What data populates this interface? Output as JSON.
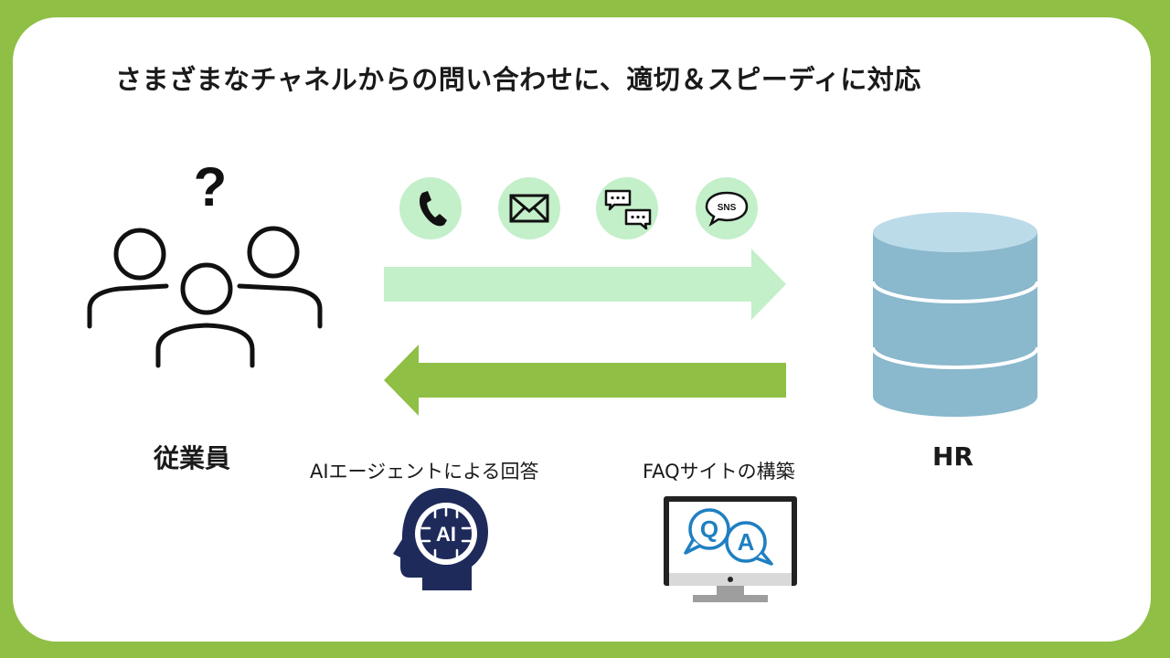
{
  "headline": "さまざまなチャネルからの問い合わせに、適切＆スピーディに対応",
  "employees_label": "従業員",
  "hr_label": "HR",
  "question_mark": "?",
  "channels": [
    {
      "icon": "phone-icon"
    },
    {
      "icon": "mail-icon"
    },
    {
      "icon": "chat-icon"
    },
    {
      "icon": "sns-icon",
      "text": "SNS"
    }
  ],
  "solutions": [
    {
      "label": "AIエージェントによる回答",
      "icon": "ai-head-icon",
      "badge": "AI"
    },
    {
      "label": "FAQサイトの構築",
      "icon": "qa-monitor-icon",
      "badge_q": "Q",
      "badge_a": "A"
    }
  ],
  "colors": {
    "frame": "#8fbf45",
    "arrow_to_hr": "#c3efc9",
    "arrow_to_employee": "#8fbf45",
    "channel_circle": "#c3efc9",
    "database": "#8ab8cc",
    "ai_icon": "#1e2a5a",
    "qa_icon": "#1f7fc2"
  }
}
